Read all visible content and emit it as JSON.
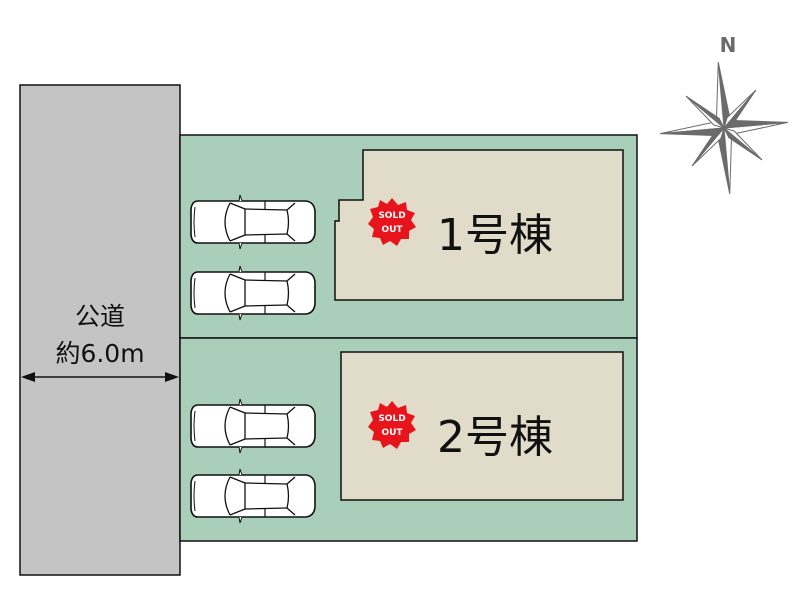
{
  "colors": {
    "road": "#c4c4c4",
    "lot": "#a9cfbb",
    "building": "#e1dcc9",
    "sold": "#e8141c",
    "compass": "#6b6b6b"
  },
  "road": {
    "name": "公道",
    "width": "約6.0m"
  },
  "buildings": [
    {
      "label": "1号棟",
      "badge_line1": "SOLD",
      "badge_line2": "OUT"
    },
    {
      "label": "2号棟",
      "badge_line1": "SOLD",
      "badge_line2": "OUT"
    }
  ],
  "compass": {
    "north_label": "N"
  }
}
